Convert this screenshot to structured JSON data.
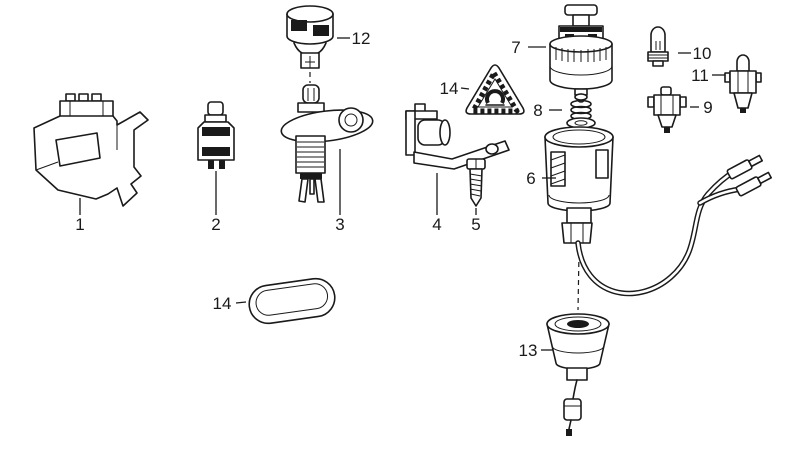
{
  "diagram": {
    "background": "#ffffff",
    "line_color": "#1a1a1a",
    "labels": {
      "part1": "1",
      "part2": "2",
      "part3": "3",
      "part4": "4",
      "part5": "5",
      "part6": "6",
      "part7": "7",
      "part8": "8",
      "part9": "9",
      "part10": "10",
      "part11": "11",
      "part12": "12",
      "part13": "13",
      "part14_triangle": "14",
      "part14_cover": "14"
    }
  }
}
